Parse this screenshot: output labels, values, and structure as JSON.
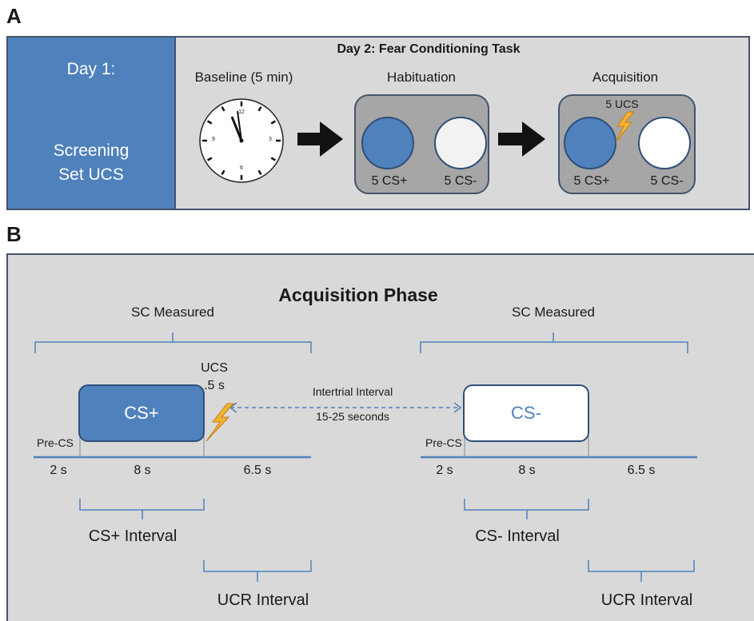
{
  "panel_a": {
    "letter": "A",
    "day1_title": "Day 1:",
    "day1_line1": "Screening",
    "day1_line2": "Set UCS",
    "day2_title": "Day 2: Fear Conditioning Task",
    "baseline_label": "Baseline (5 min)",
    "clock_numbers": [
      "12",
      "3",
      "6",
      "9"
    ],
    "habituation_label": "Habituation",
    "habituation_cs_plus": "5 CS+",
    "habituation_cs_minus": "5 CS-",
    "acquisition_label": "Acquisition",
    "acquisition_ucs": "5 UCS",
    "acquisition_cs_plus": "5 CS+",
    "acquisition_cs_minus": "5 CS-"
  },
  "panel_b": {
    "letter": "B",
    "title": "Acquisition Phase",
    "left": {
      "sc_measured": "SC Measured",
      "ucs_label": "UCS",
      "ucs_duration": ".5 s",
      "stimulus": "CS+",
      "pre_cs": "Pre-CS",
      "dur_pre": "2 s",
      "dur_cs": "8 s",
      "dur_post": "6.5 s",
      "cs_interval": "CS+ Interval",
      "ucr_interval": "UCR Interval"
    },
    "intertrial_line1": "Intertrial Interval",
    "intertrial_line2": "15-25 seconds",
    "right": {
      "sc_measured": "SC Measured",
      "stimulus": "CS-",
      "pre_cs": "Pre-CS",
      "dur_pre": "2 s",
      "dur_cs": "8 s",
      "dur_post": "6.5 s",
      "cs_interval": "CS- Interval",
      "ucr_interval": "UCR Interval"
    }
  },
  "colors": {
    "blue": "#4f81bd",
    "dark_blue": "#2f4f7a",
    "panel_gray": "#d9d9d9",
    "box_gray": "#a6a6a6",
    "bolt": "#f2b233"
  }
}
